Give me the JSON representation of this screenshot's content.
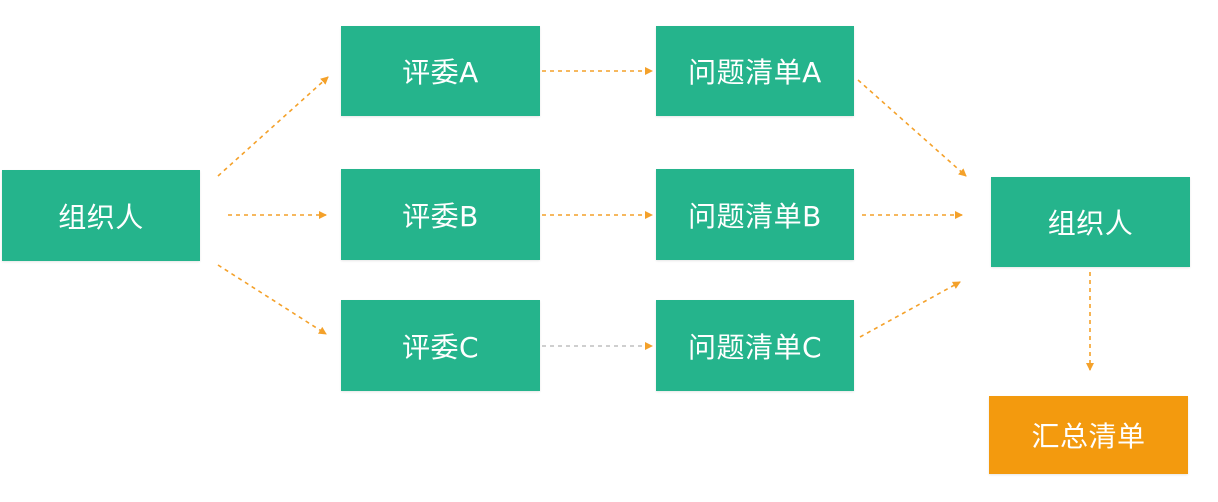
{
  "colors": {
    "node_fill": "#25b48c",
    "summary_fill": "#f39a0e",
    "node_text": "#ffffff",
    "edge": "#f4a12a",
    "edge_muted": "#bfbfbf"
  },
  "nodes": {
    "organizer_start": "组织人",
    "judge_a": "评委A",
    "judge_b": "评委B",
    "judge_c": "评委C",
    "issues_a": "问题清单A",
    "issues_b": "问题清单B",
    "issues_c": "问题清单C",
    "organizer_end": "组织人",
    "summary": "汇总清单"
  },
  "edges": [
    {
      "from": "organizer_start",
      "to": "judge_a",
      "style": "dashed-arrow"
    },
    {
      "from": "organizer_start",
      "to": "judge_b",
      "style": "dashed-arrow"
    },
    {
      "from": "organizer_start",
      "to": "judge_c",
      "style": "dashed-arrow"
    },
    {
      "from": "judge_a",
      "to": "issues_a",
      "style": "dashed-arrow"
    },
    {
      "from": "judge_b",
      "to": "issues_b",
      "style": "dashed-arrow"
    },
    {
      "from": "judge_c",
      "to": "issues_c",
      "style": "dashed-arrow"
    },
    {
      "from": "issues_a",
      "to": "organizer_end",
      "style": "dashed-arrow"
    },
    {
      "from": "issues_b",
      "to": "organizer_end",
      "style": "dashed-arrow"
    },
    {
      "from": "issues_c",
      "to": "organizer_end",
      "style": "dashed-arrow"
    },
    {
      "from": "organizer_end",
      "to": "summary",
      "style": "dashed-arrow"
    }
  ]
}
